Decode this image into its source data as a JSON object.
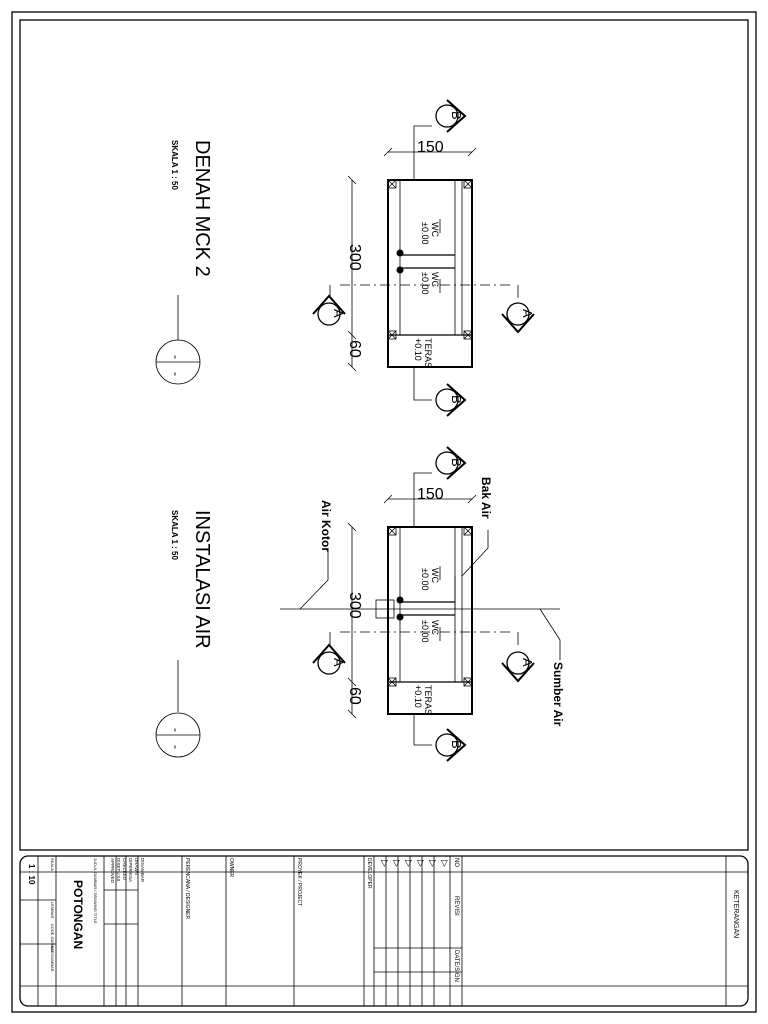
{
  "plan_1": {
    "title": "DENAH MCK 2",
    "scale": "SKALA 1 : 50",
    "marker": "-",
    "dim_width": "150",
    "dim_length": "300",
    "dim_terrace": "60",
    "room_1": {
      "name": "WC",
      "level": "±0.00"
    },
    "room_2": {
      "name": "WC",
      "level": "±0.00"
    },
    "terrace": {
      "name": "TERAS",
      "level": "+0.10"
    },
    "section_a": "A",
    "section_b": "B"
  },
  "plan_2": {
    "title": "INSTALASI AIR",
    "scale": "SKALA 1 : 50",
    "marker": "-",
    "dim_width": "150",
    "dim_length": "300",
    "dim_terrace": "60",
    "room_1": {
      "name": "WC",
      "level": "±0.00"
    },
    "room_2": {
      "name": "WC",
      "level": "±0.00"
    },
    "terrace": {
      "name": "TERAS",
      "level": "+0.10"
    },
    "section_a": "A",
    "section_b": "B",
    "label_dirty_water": "Air Kotor",
    "label_tank": "Bak Air",
    "label_source": "Sumber Air"
  },
  "title_block": {
    "keterangan": "KETERANGAN",
    "rev_headers": {
      "no": "NO",
      "revisi": "REVISI",
      "date": "DATE/SIGN"
    },
    "rev_marks": [
      "▷",
      "▷",
      "▷",
      "▷",
      "▷",
      "▷"
    ],
    "developer": "DEVELOPER",
    "project": "PROYEK / PROJECT",
    "owner": "OWNER",
    "designer": "PERENCANA / DESIGNER",
    "roles": [
      "DIGAMBAR",
      "DRAWN",
      "DIPERIKSA",
      "CHECKED",
      "DISETUJUI",
      "APPROVED"
    ],
    "drawing_title_label": "JUDUL GAMBAR / DRAWING TITLE",
    "drawing_title": "POTONGAN",
    "scale_label": "SKALA",
    "scale_value": "1 : 10",
    "sheet_label": "LEMBAR",
    "code_label": "KODE GAMBAR",
    "number_label": "NO. GAMBAR"
  }
}
